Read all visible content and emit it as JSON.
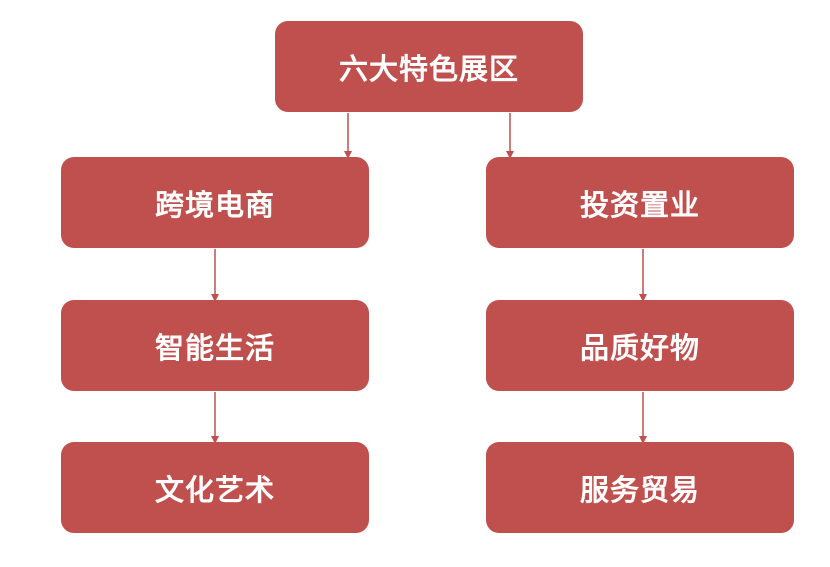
{
  "diagram": {
    "root": {
      "label": "六大特色展区"
    },
    "left_column": [
      {
        "label": "跨境电商"
      },
      {
        "label": "智能生活"
      },
      {
        "label": "文化艺术"
      }
    ],
    "right_column": [
      {
        "label": "投资置业"
      },
      {
        "label": "品质好物"
      },
      {
        "label": "服务贸易"
      }
    ],
    "colors": {
      "box_fill": "#c0504d",
      "box_text": "#ffffff",
      "arrow": "#c0504d"
    }
  }
}
